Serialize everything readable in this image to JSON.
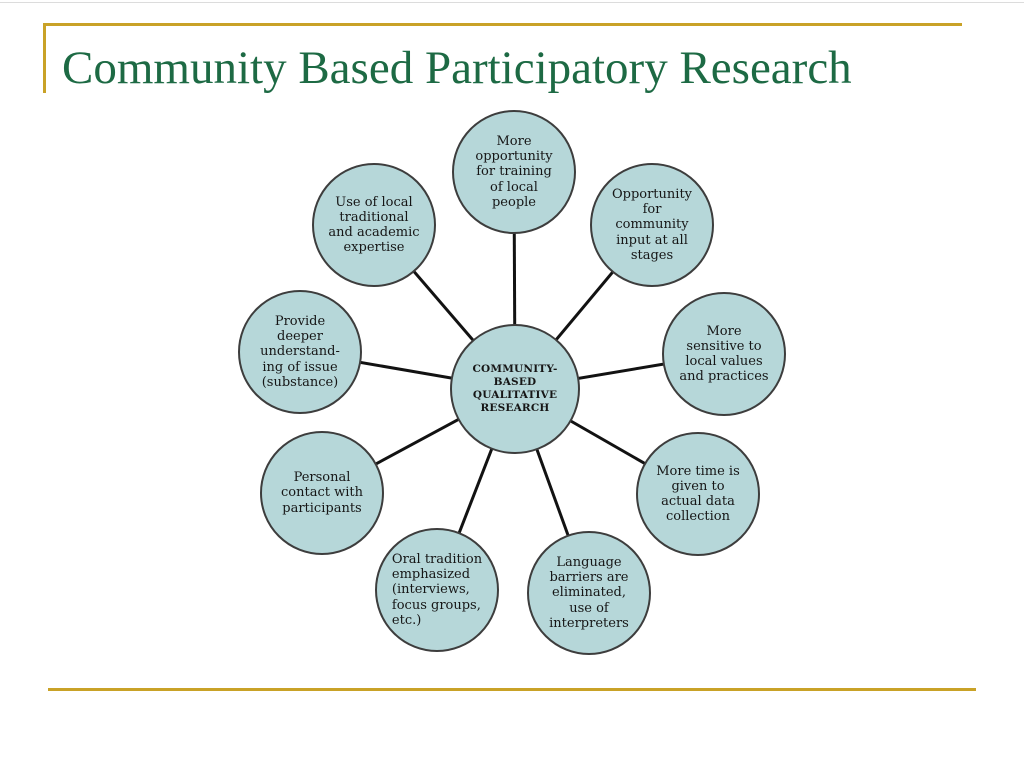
{
  "slide": {
    "title": "Community Based Participatory Research"
  },
  "colors": {
    "accent_gold": "#c9a227",
    "title_green": "#1d6a44",
    "node_fill": "#b6d7d9",
    "node_border": "#3d3d3d",
    "spoke": "#121212"
  },
  "diagram": {
    "hub": {
      "label": "COMMUNITY-\nBASED\nQUALITATIVE\nRESEARCH"
    },
    "nodes": [
      {
        "id": "training-local-people",
        "label": "More\nopportunity\nfor training\nof local\npeople"
      },
      {
        "id": "community-input",
        "label": "Opportunity\nfor\ncommunity\ninput at all\nstages"
      },
      {
        "id": "local-values",
        "label": "More\nsensitive to\nlocal values\nand practices"
      },
      {
        "id": "data-collection-time",
        "label": "More time is\ngiven to\nactual data\ncollection"
      },
      {
        "id": "language-barriers",
        "label": "Language\nbarriers are\neliminated,\nuse of\ninterpreters"
      },
      {
        "id": "oral-tradition",
        "label": "Oral tradition\nemphasized\n(interviews,\nfocus groups,\netc.)"
      },
      {
        "id": "personal-contact",
        "label": "Personal\ncontact with\nparticipants"
      },
      {
        "id": "deeper-understanding",
        "label": "Provide\ndeeper\nunderstand-\ning of issue\n(substance)"
      },
      {
        "id": "local-expertise",
        "label": "Use of local\ntraditional\nand academic\nexpertise"
      }
    ]
  }
}
